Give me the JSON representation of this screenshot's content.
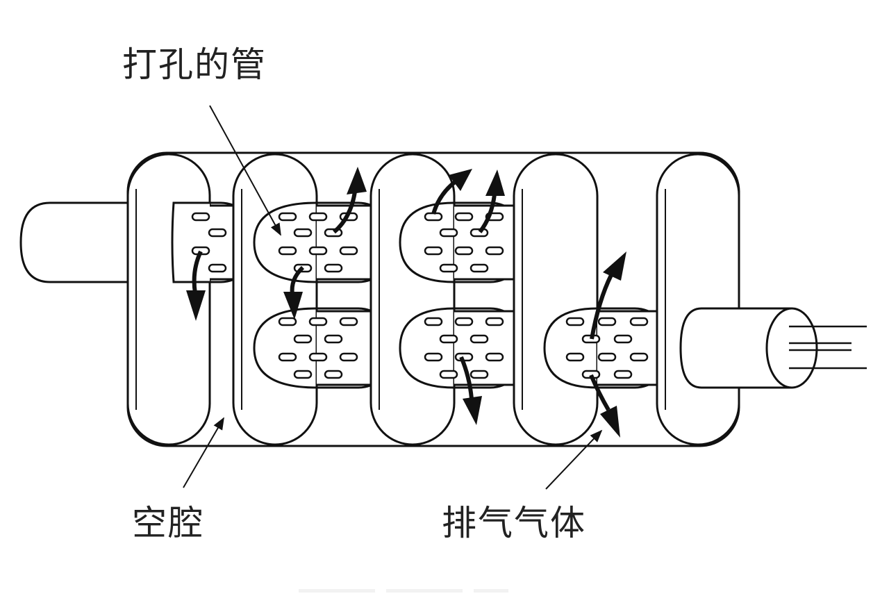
{
  "labels": {
    "perforated_pipe": "打孔的管",
    "cavity": "空腔",
    "exhaust_gas": "排气气体"
  },
  "colors": {
    "stroke": "#111111",
    "fill": "#ffffff",
    "text": "#222222"
  }
}
